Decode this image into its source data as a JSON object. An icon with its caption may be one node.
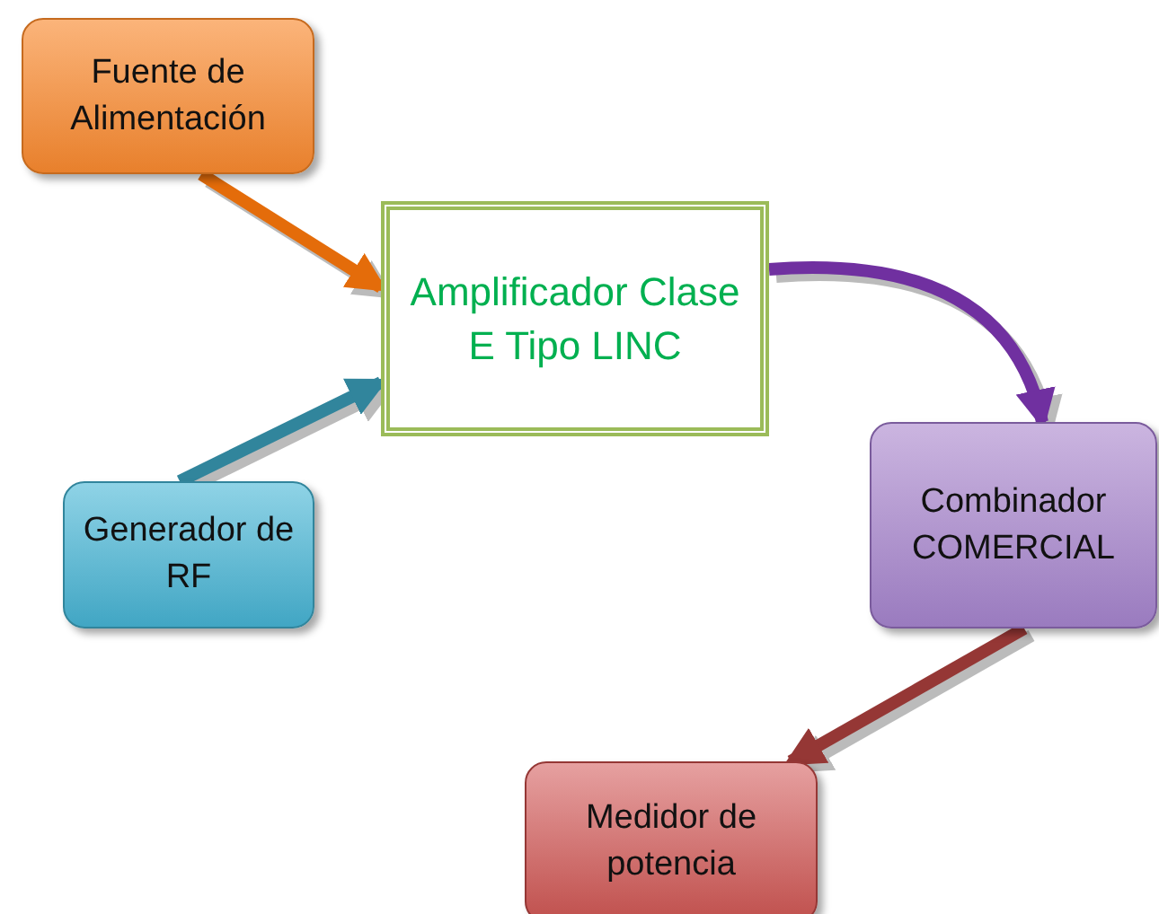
{
  "diagram": {
    "nodes": [
      {
        "text": [
          "Fuente de Alimentación"
        ]
      },
      {
        "text": [
          "Amplificador Clase E Tipo LINC"
        ]
      },
      {
        "text": [
          "Generador de RF"
        ]
      },
      {
        "text": [
          "Combinador COMERCIAL"
        ]
      },
      {
        "text": [
          "Medidor de potencia"
        ]
      }
    ],
    "edges": [
      {
        "from": 0,
        "to": 1,
        "arrow": "to",
        "color": "#e46c0a"
      },
      {
        "from": 2,
        "to": 1,
        "arrow": "to",
        "color": "#31859c"
      },
      {
        "from": 1,
        "to": 3,
        "arrow": "to",
        "color": "#7030a0"
      },
      {
        "from": 3,
        "to": 4,
        "arrow": "to",
        "color": "#953735"
      }
    ]
  }
}
